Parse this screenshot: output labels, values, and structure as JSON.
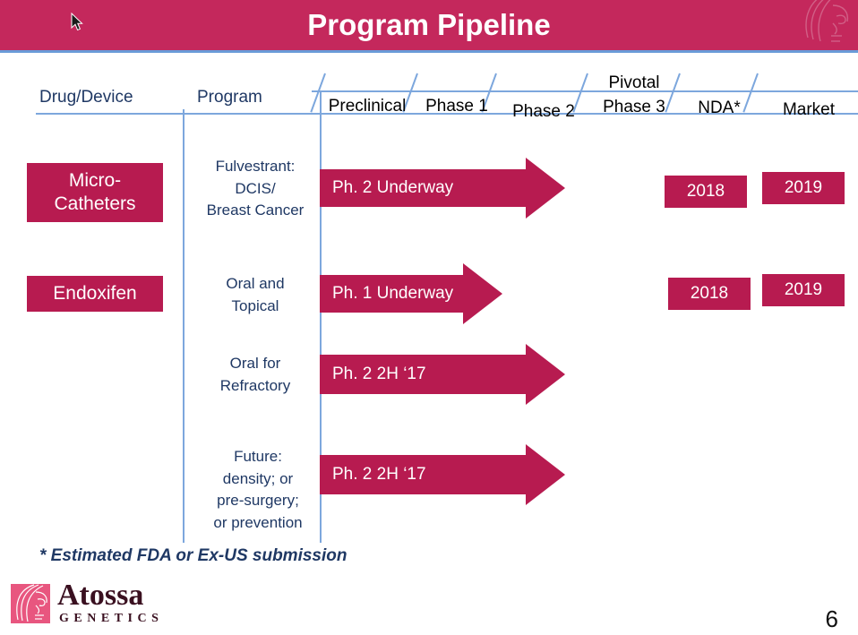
{
  "header": {
    "title": "Program Pipeline",
    "bar_color": "#C4285C",
    "underline_color": "#6a9bd8",
    "logo_icon": "atossa-face-watermark-icon",
    "cursor_icon": "mouse-pointer-icon"
  },
  "columns": {
    "drug_device": "Drug/Device",
    "program": "Program",
    "phases": [
      {
        "label": "Preclinical"
      },
      {
        "label": "Phase 1"
      },
      {
        "label": "Phase 2"
      },
      {
        "label": "Pivotal",
        "label2": "Phase 3"
      },
      {
        "label": "NDA*"
      },
      {
        "label": "Market"
      }
    ]
  },
  "accent_color": "#B71B50",
  "rule_color": "#7da7dd",
  "text_color": "#1F3864",
  "rows": [
    {
      "drug": "Micro-\nCatheters",
      "program": "Fulvestrant:\nDCIS/\nBreast Cancer",
      "arrow_label": "Ph. 2 Underway",
      "nda_year": "2018",
      "market_year": "2019"
    },
    {
      "drug": "Endoxifen",
      "program": "Oral and\nTopical",
      "arrow_label": "Ph. 1 Underway",
      "nda_year": "2018",
      "market_year": "2019"
    },
    {
      "drug": "",
      "program": "Oral for\nRefractory",
      "arrow_label": "Ph. 2 2H ‘17",
      "nda_year": "",
      "market_year": ""
    },
    {
      "drug": "",
      "program": "Future:\ndensity; or\npre-surgery;\nor prevention",
      "arrow_label": "Ph. 2 2H ‘17",
      "nda_year": "",
      "market_year": ""
    }
  ],
  "footnote": "* Estimated FDA or Ex-US submission",
  "brand": {
    "name": "Atossa",
    "sub": "GENETICS",
    "mark_icon": "atossa-face-logo-icon",
    "mark_color": "#E8567F"
  },
  "page_number": "6"
}
